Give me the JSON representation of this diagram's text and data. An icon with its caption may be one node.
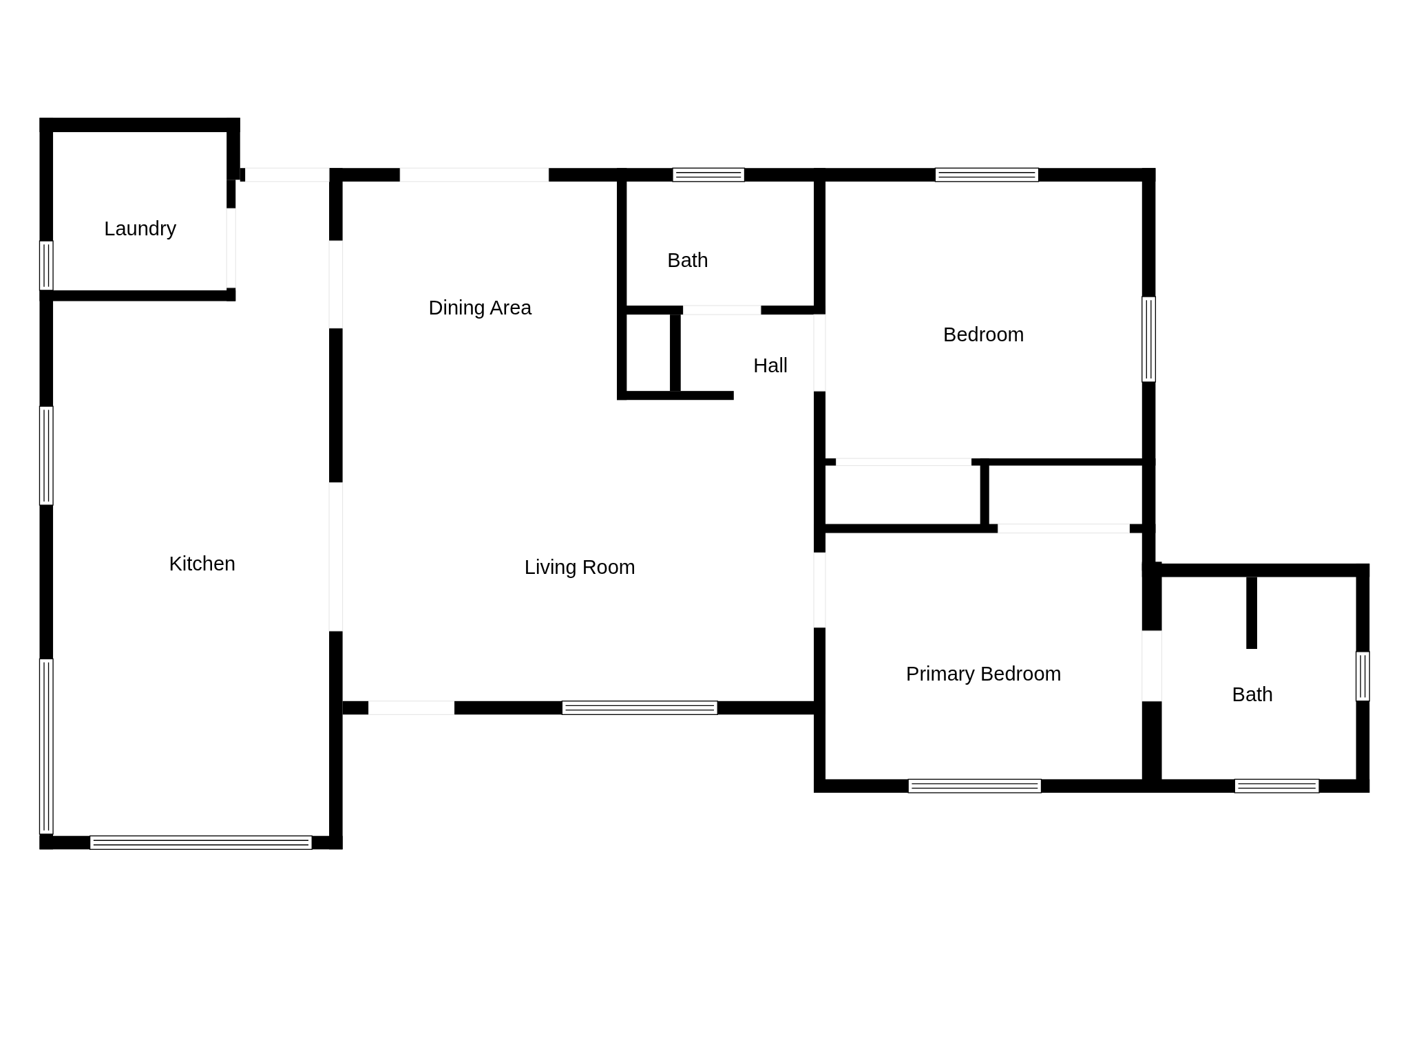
{
  "diagram": {
    "labels": [
      "Laundry",
      "Bath",
      "Dining Area",
      "Hall",
      "Bedroom",
      "Kitchen",
      "Living Room",
      "Primary Bedroom",
      "Bath"
    ]
  }
}
